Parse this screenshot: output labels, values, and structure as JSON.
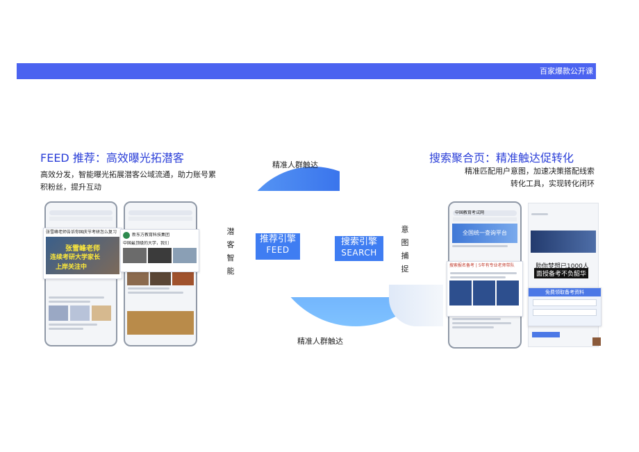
{
  "header": {
    "banner_text": "百家爆款公开课",
    "accent_color": "#4b63f0"
  },
  "left": {
    "title": "FEED 推荐：高效曝光拓潜客",
    "desc_line1": "高效分发，智能曝光拓展潜客公域流通，助力账号累",
    "desc_line2": "积粉丝，提升互动",
    "vertical_label": [
      "潜",
      "客",
      "智",
      "能"
    ],
    "feed_card_title": "张雪峰老师告诉你国庆节考研怎么复习",
    "feed_card_overlay_1": "张雪峰老师",
    "feed_card_overlay_2": "连续考研大学家长",
    "feed_card_overlay_3": "上岸关注中",
    "feed_card2_name": "新东方教育科技集团",
    "feed_card2_text": "中国最顶级的大学，我们"
  },
  "center": {
    "top_label": "精准人群触达",
    "bottom_label": "精准人群触达",
    "feed_engine_zh": "推荐引擎",
    "feed_engine_en": "FEED",
    "search_engine_zh": "搜索引擎",
    "search_engine_en": "SEARCH",
    "vertical_label": [
      "意",
      "图",
      "捕",
      "捉"
    ]
  },
  "right": {
    "title": "搜索聚合页：精准触达促转化",
    "desc_line1": "精准匹配用户意图，加速决策搭配线索",
    "desc_line2": "转化工具，实现转化闭环",
    "search_query": "中国教育考试网",
    "banner_text": "全国统一查询平台",
    "result_title": "搜索报名备考 | 5年有专业老师带队",
    "overlay_label_1": "助你梦想已1000人",
    "overlay_label_2": "面授备考不负韶华",
    "form_title": "免费领取备考资料"
  }
}
